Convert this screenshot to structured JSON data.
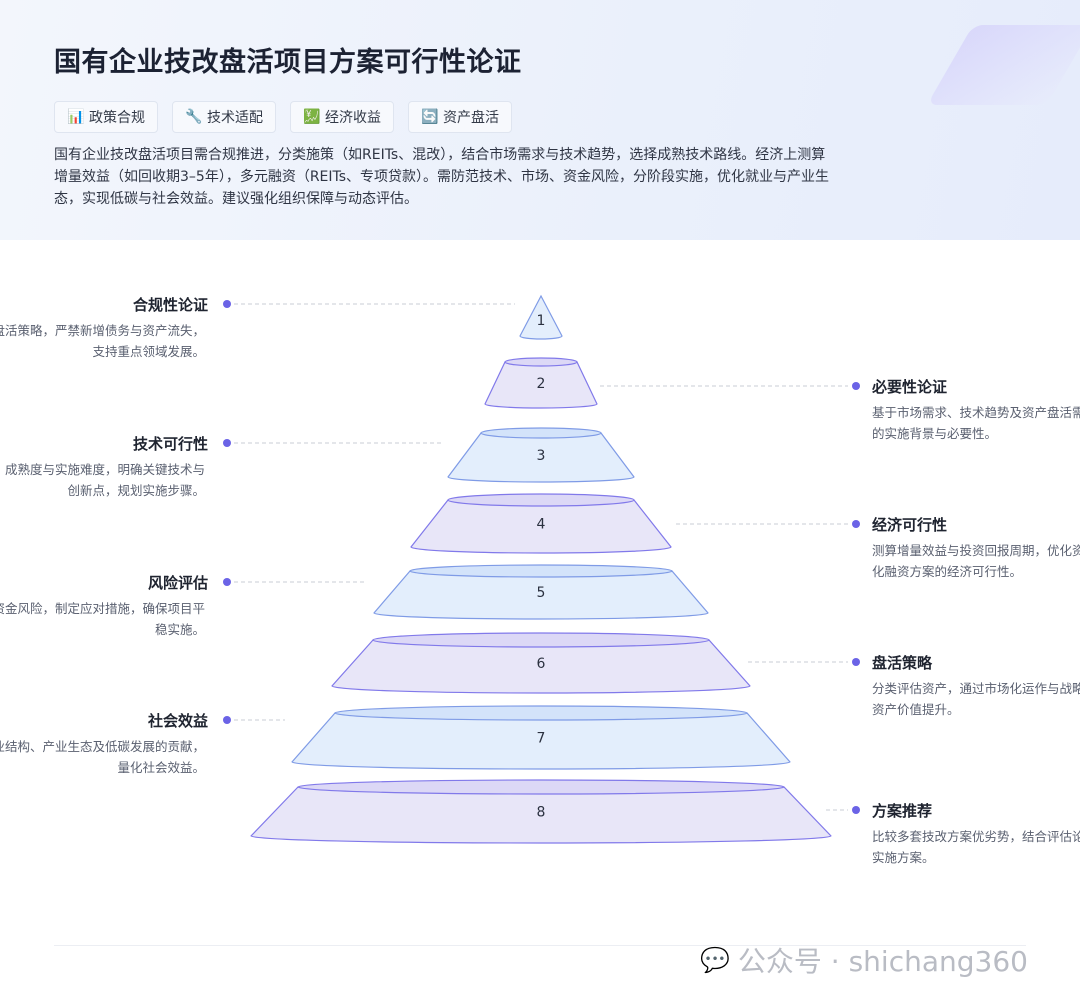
{
  "header": {
    "title": "国有企业技改盘活项目方案可行性论证",
    "tags": [
      {
        "icon": "bar-chart-icon",
        "glyph": "📊",
        "label": "政策合规"
      },
      {
        "icon": "wrench-icon",
        "glyph": "🔧",
        "label": "技术适配"
      },
      {
        "icon": "money-chart-icon",
        "glyph": "💹",
        "label": "经济收益"
      },
      {
        "icon": "cycle-arrows-icon",
        "glyph": "🔄",
        "label": "资产盘活"
      }
    ],
    "summary": "国有企业技改盘活项目需合规推进，分类施策（如REITs、混改），结合市场需求与技术趋势，选择成熟技术路线。经济上测算增量效益（如回收期3–5年），多元融资（REITs、专项贷款）。需防范技术、市场、资金风险，分阶段实施，优化就业与产业生态，实现低碳与社会效益。建议强化组织保障与动态评估。"
  },
  "pyramid": {
    "levels": [
      "1",
      "2",
      "3",
      "4",
      "5",
      "6",
      "7",
      "8"
    ],
    "colors": {
      "purple_fill": "#e8e6f8",
      "blue_fill": "#e3eefc",
      "stroke": "#8179ea",
      "stroke_blue": "#7f9be6",
      "dot": "#6b63e6"
    }
  },
  "left_labels": [
    {
      "title": "合规性论证",
      "lines": [
        "盘活策略，严禁新增债务与资产流失，",
        "支持重点领域发展。"
      ]
    },
    {
      "title": "技术可行性",
      "lines": [
        "成熟度与实施难度，明确关键技术与",
        "创新点，规划实施步骤。"
      ]
    },
    {
      "title": "风险评估",
      "lines": [
        "资金风险，制定应对措施，确保项目平",
        "稳实施。"
      ]
    },
    {
      "title": "社会效益",
      "lines": [
        "业结构、产业生态及低碳发展的贡献，",
        "量化社会效益。"
      ]
    }
  ],
  "right_labels": [
    {
      "title": "必要性论证",
      "lines": [
        "基于市场需求、技术趋势及资产盘活需",
        "的实施背景与必要性。"
      ]
    },
    {
      "title": "经济可行性",
      "lines": [
        "测算增量效益与投资回报周期，优化资",
        "化融资方案的经济可行性。"
      ]
    },
    {
      "title": "盘活策略",
      "lines": [
        "分类评估资产，通过市场化运作与战略",
        "资产价值提升。"
      ]
    },
    {
      "title": "方案推荐",
      "lines": [
        "比较多套技改方案优劣势，结合评估论",
        "实施方案。"
      ]
    }
  ],
  "watermark": {
    "icon": "wechat-icon",
    "text": "公众号 · shichang360"
  }
}
